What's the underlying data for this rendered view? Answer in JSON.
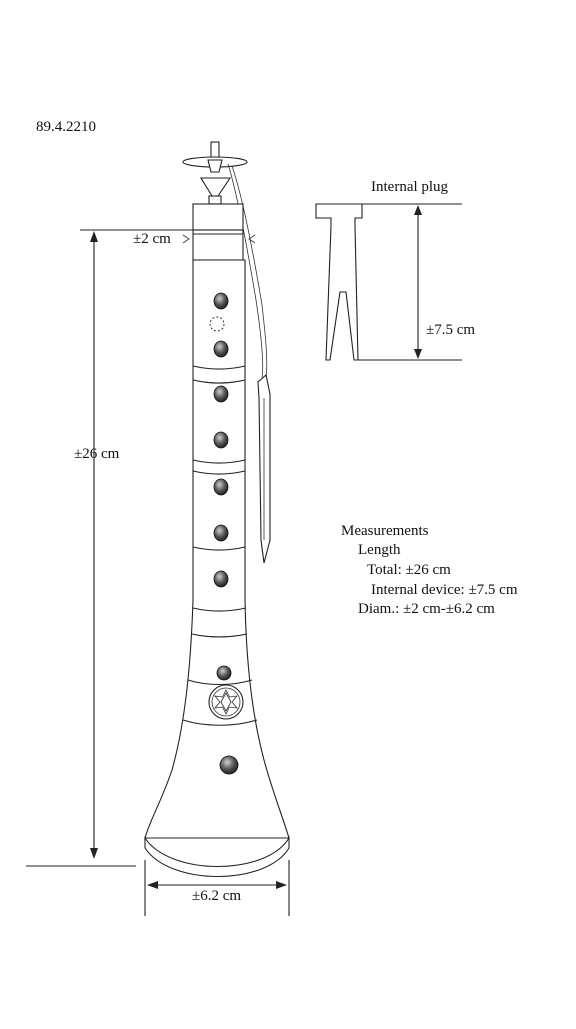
{
  "catalog_number": "89.4.2210",
  "dimensions": {
    "top_diameter": "±2 cm",
    "total_length": "±26 cm",
    "bottom_diameter": "±6.2 cm",
    "plug_length": "±7.5 cm"
  },
  "plug": {
    "label": "Internal plug"
  },
  "measurements": {
    "heading": "Measurements",
    "length_label": "Length",
    "total": "Total: ±26 cm",
    "internal_device": "Internal device:  ±7.5 cm",
    "diameter": "Diam.: ±2 cm-±6.2 cm"
  },
  "colors": {
    "line": "#222222",
    "hole": "#555555"
  }
}
